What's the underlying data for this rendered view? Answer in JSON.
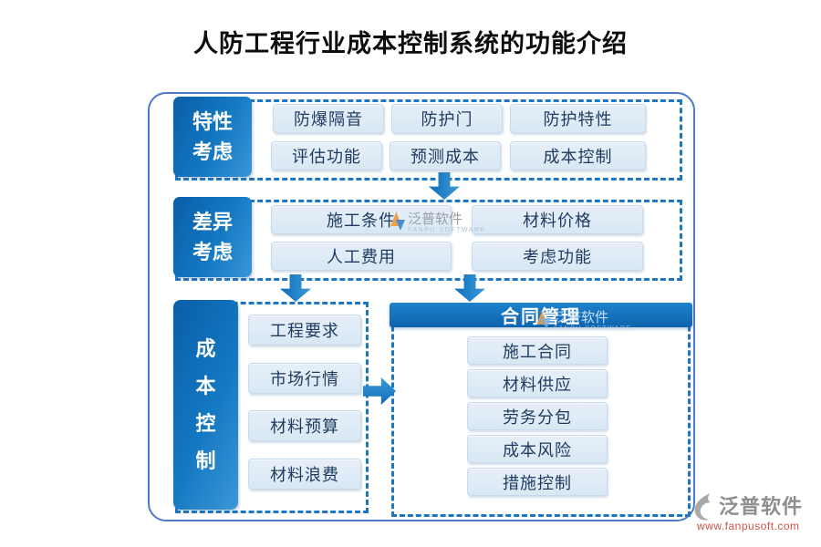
{
  "title": "人防工程行业成本控制系统的功能介绍",
  "sections": [
    {
      "label": "特性考虑",
      "items": [
        "防爆隔音",
        "防护门",
        "防护特性",
        "评估功能",
        "预测成本",
        "成本控制"
      ]
    },
    {
      "label": "差异考虑",
      "items": [
        "施工条件",
        "材料价格",
        "人工费用",
        "考虑功能"
      ]
    },
    {
      "label": "成本控制",
      "items": [
        "工程要求",
        "市场行情",
        "材料预算",
        "材料浪费"
      ]
    }
  ],
  "contract_panel": {
    "header": "合同管理",
    "items": [
      "施工合同",
      "材料供应",
      "劳务分包",
      "成本风险",
      "措施控制"
    ]
  },
  "watermark": {
    "name": "泛普软件",
    "subtitle": "FANPU SOFTWARE"
  },
  "footer": {
    "brand": "泛普软件",
    "url": "www.fanpusoft.com"
  },
  "colors": {
    "primary_blue": "#1478c2",
    "chip_fill": "#dbe9f5",
    "chip_text": "#1e3a5f",
    "dashed_border": "#1b76c6",
    "outer_border": "#4d79c9",
    "watermark_gray": "#9aa0a6",
    "url_red": "#cc5348"
  }
}
